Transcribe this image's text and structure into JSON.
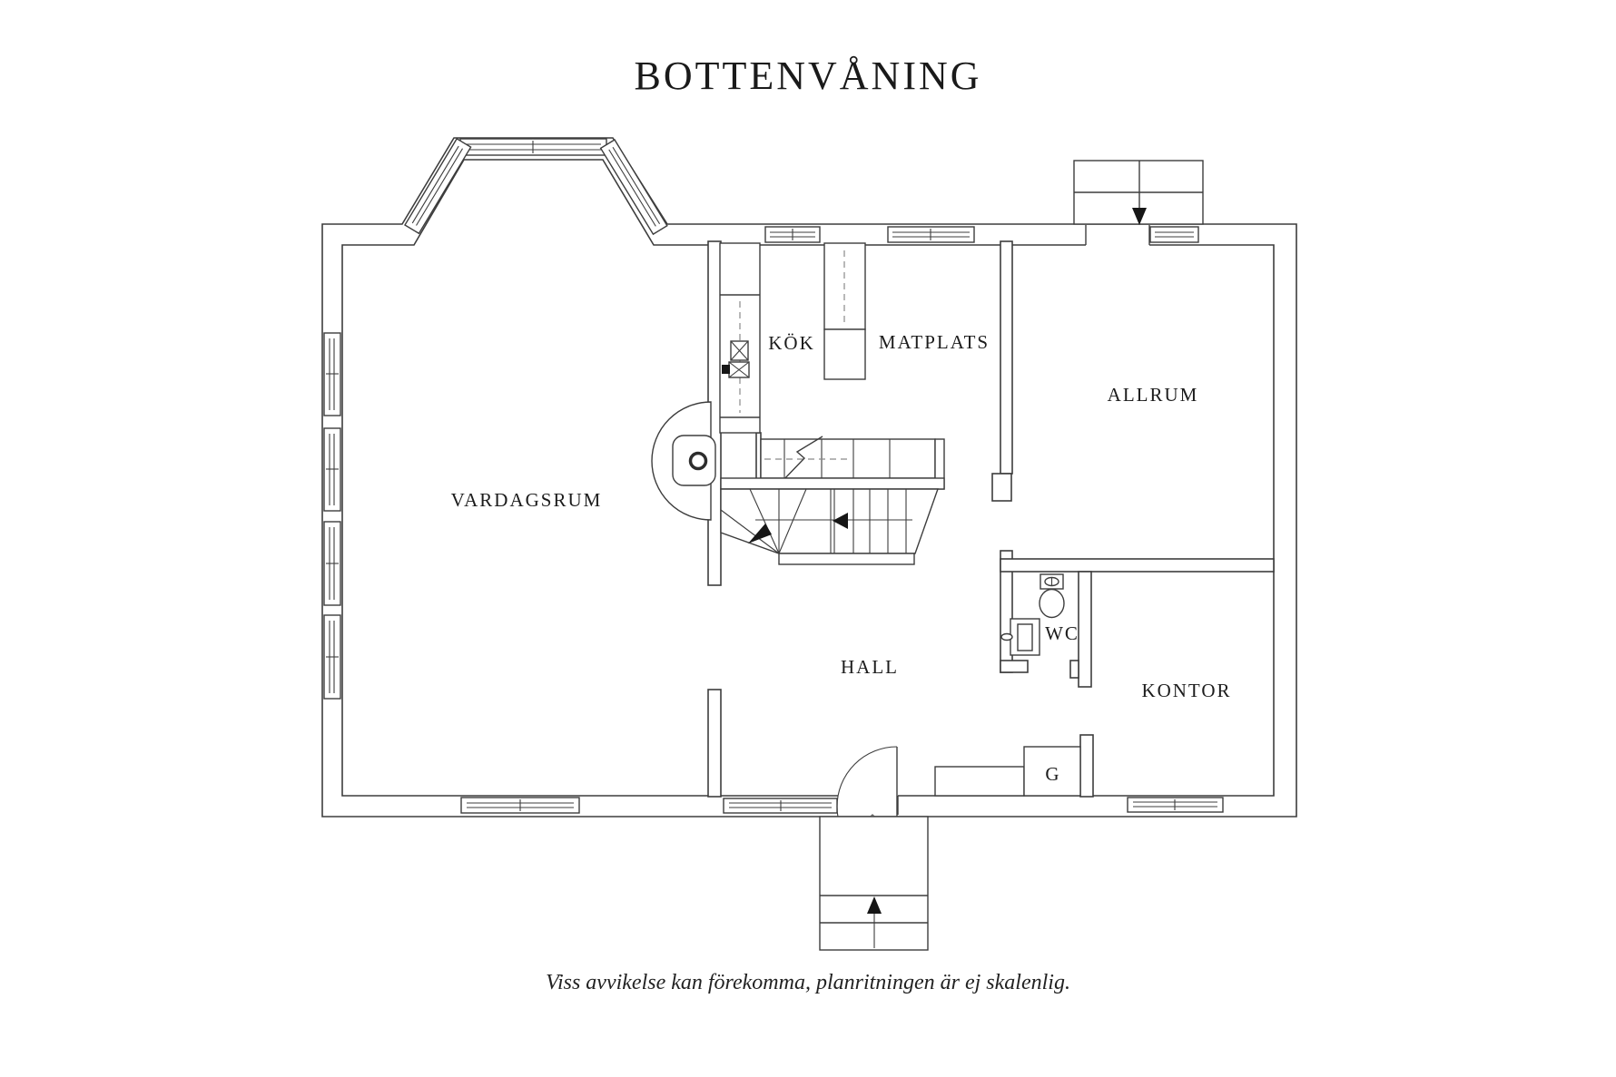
{
  "title": "BOTTENVÅNING",
  "footer": "Viss avvikelse kan förekomma, planritningen är ej skalenlig.",
  "rooms": {
    "vardagsrum": "VARDAGSRUM",
    "kok": "KÖK",
    "matplats": "MATPLATS",
    "allrum": "ALLRUM",
    "hall": "HALL",
    "wc": "WC",
    "kontor": "KONTOR",
    "garderob": "G"
  },
  "colors": {
    "background": "#ffffff",
    "line": "#3d3d3d",
    "label": "#1c1c1c",
    "entry_arrow_gray": "#b9b9b6",
    "entry_arrow_gray_border": "#6f6f6d",
    "arrow_black": "#161616"
  }
}
